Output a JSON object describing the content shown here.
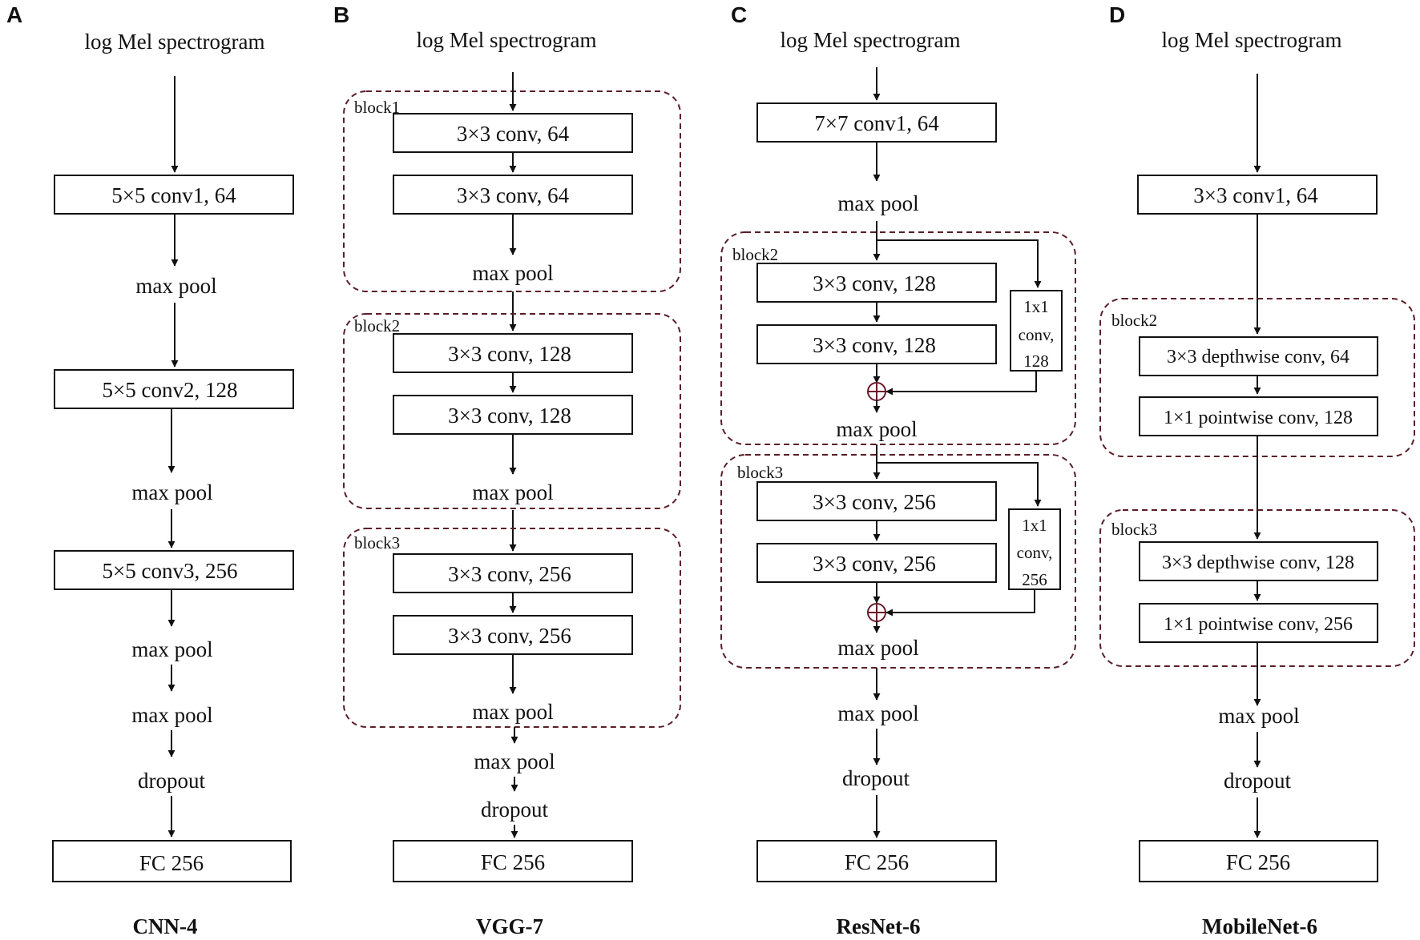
{
  "panels": {
    "A": {
      "tag": "A",
      "title": "CNN-4",
      "input": "log Mel spectrogram",
      "conv1": "5×5 conv1, 64",
      "pool1": "max pool",
      "conv2": "5×5 conv2, 128",
      "pool2": "max pool",
      "conv3": "5×5 conv3, 256",
      "pool3": "max pool",
      "pool4": "max pool",
      "dropout": "dropout",
      "fc": "FC 256"
    },
    "B": {
      "tag": "B",
      "title": "VGG-7",
      "input": "log Mel spectrogram",
      "block1": {
        "label": "block1",
        "conv_a": "3×3 conv, 64",
        "conv_b": "3×3 conv, 64",
        "pool": "max pool"
      },
      "block2": {
        "label": "block2",
        "conv_a": "3×3 conv, 128",
        "conv_b": "3×3 conv, 128",
        "pool": "max pool"
      },
      "block3": {
        "label": "block3",
        "conv_a": "3×3 conv, 256",
        "conv_b": "3×3 conv, 256",
        "pool": "max pool"
      },
      "pool_final": "max pool",
      "dropout": "dropout",
      "fc": "FC 256"
    },
    "C": {
      "tag": "C",
      "title": "ResNet-6",
      "input": "log Mel spectrogram",
      "conv1": "7×7 conv1, 64",
      "pool1": "max pool",
      "block2": {
        "label": "block2",
        "conv_a": "3×3 conv, 128",
        "conv_b": "3×3 conv, 128",
        "shortcut": [
          "1x1",
          "conv,",
          "128"
        ],
        "pool": "max pool"
      },
      "block3": {
        "label": "block3",
        "conv_a": "3×3 conv, 256",
        "conv_b": "3×3 conv, 256",
        "shortcut": [
          "1x1",
          "conv,",
          "256"
        ],
        "pool": "max pool"
      },
      "pool_final": "max pool",
      "dropout": "dropout",
      "fc": "FC 256"
    },
    "D": {
      "tag": "D",
      "title": "MobileNet-6",
      "input": "log Mel spectrogram",
      "conv1": "3×3 conv1, 64",
      "block2": {
        "label": "block2",
        "dw": "3×3 depthwise conv, 64",
        "pw": "1×1 pointwise conv, 128"
      },
      "block3": {
        "label": "block3",
        "dw": "3×3 depthwise conv, 128",
        "pw": "1×1 pointwise conv, 256"
      },
      "pool": "max pool",
      "dropout": "dropout",
      "fc": "FC 256"
    }
  }
}
